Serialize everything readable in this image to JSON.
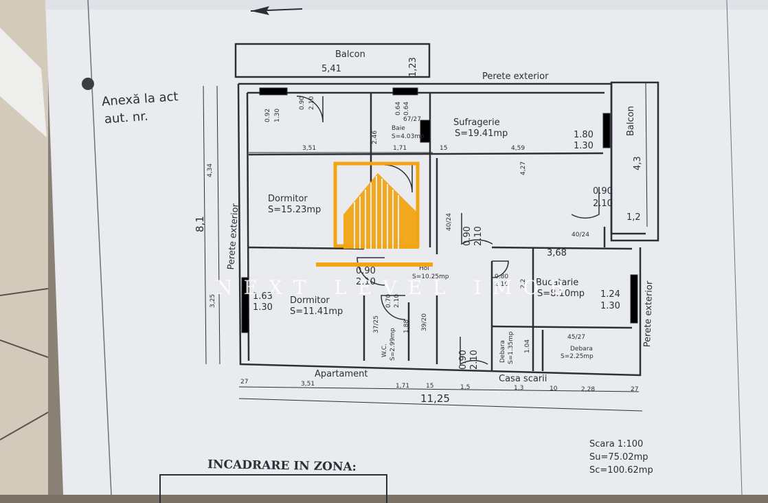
{
  "annex": {
    "line1": "Anexă la act",
    "line2": "aut. nr."
  },
  "rooms": {
    "balcon_top": "Balcon",
    "balcon_right": "Balcon",
    "sufragerie": {
      "name": "Sufragerie",
      "area": "S=19.41mp"
    },
    "baie": {
      "name": "Baie",
      "area": "S=4.03mp"
    },
    "dormitor1": {
      "name": "Dormitor",
      "area": "S=15.23mp"
    },
    "dormitor2": {
      "name": "Dormitor",
      "area": "S=11.41mp"
    },
    "hol": {
      "name": "Hol",
      "area": "S=10.25mp"
    },
    "bucatarie": {
      "name": "Bucatarie",
      "area": "S=8.10mp"
    },
    "wc": {
      "name": "W.C.",
      "area": "S=2.99mp"
    },
    "debara1": {
      "name": "Debara",
      "area": "S=1.35mp"
    },
    "debara2": {
      "name": "Debara",
      "area": "S=2.25mp"
    }
  },
  "labels": {
    "perete_ext_top": "Perete exterior",
    "perete_ext_left": "Perete exterior",
    "perete_ext_right": "Perete exterior",
    "apartament": "Apartament",
    "casa_scarii": "Casa scarii"
  },
  "dimensions": {
    "balcon_w": "5,41",
    "balcon_h": "1,23",
    "balcon_r": "4,3",
    "total_w": "11,25",
    "total_h": "8,1",
    "d351": "3,51",
    "d171": "1,71",
    "d459": "4,59",
    "d368": "3,68",
    "d434": "4,34",
    "d325": "3,25",
    "d427": "4,27",
    "b1": "3,51",
    "b2": "1,71",
    "b3": "15",
    "b4": "1,5",
    "b5": "1,3",
    "b6": "10",
    "b7": "2,28",
    "b8": "27",
    "b9": "27",
    "w1a": "0.92",
    "w1b": "1.30",
    "d1a": "0.90",
    "d1b": "2.10",
    "w2a": "0.64",
    "w2b": "0.64",
    "w2c": "67/27",
    "w3a": "1.80",
    "w3b": "1.30",
    "d3a": "0.90",
    "d3b": "2.10",
    "w4a": "1.63",
    "w4b": "1.30",
    "w5a": "1.24",
    "w5b": "1.30",
    "d5a": "0.90",
    "d5b": "2.10",
    "d6a": "0.80",
    "d6b": "2.10",
    "d7a": "0.90",
    "d7b": "2.10",
    "d8a": "0.90",
    "d8b": "2.10",
    "d9a": "0.70",
    "d9b": "2.10",
    "r1": "1,2",
    "r2": "40/24",
    "r3": "40/24",
    "r4": "45/27",
    "r5": "37/25",
    "r6": "39/20",
    "r7": "1.88",
    "r8": "1.04",
    "r9": "2.46",
    "r10": "2.2",
    "r11": "40"
  },
  "scale": {
    "scara": "Scara 1:100",
    "su": "Su=75.02mp",
    "sc": "Sc=100.62mp"
  },
  "incadrare": "INCADRARE IN ZONA:",
  "watermark": "NEXT LEVEL IMOB",
  "colors": {
    "paper": "#e9ebee",
    "ink": "#2b2f38",
    "logo": "#f2a413"
  }
}
